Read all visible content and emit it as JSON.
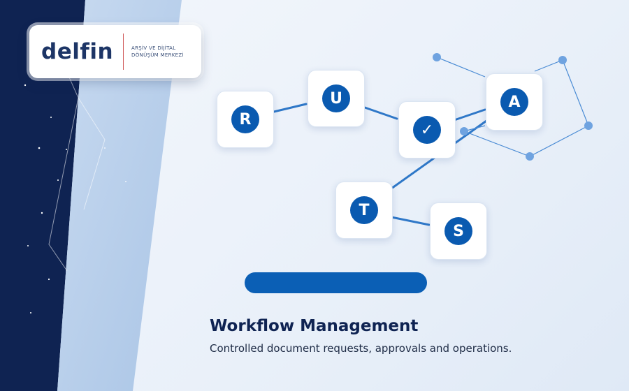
{
  "brand": {
    "logo_text": "delfin",
    "tagline_line1": "ARŞİV VE DİJİTAL",
    "tagline_line2": "DÖNÜŞÜM MERKEZİ"
  },
  "colors": {
    "navy": "#0f2352",
    "primary_blue": "#0a5ab0",
    "accent_red": "#d05a5a"
  },
  "workflow": {
    "nodes": [
      {
        "label": "R",
        "icon": "letter-r"
      },
      {
        "label": "U",
        "icon": "letter-u"
      },
      {
        "label": "✓",
        "icon": "check-icon"
      },
      {
        "label": "A",
        "icon": "letter-a"
      },
      {
        "label": "T",
        "icon": "letter-t"
      },
      {
        "label": "S",
        "icon": "letter-s"
      }
    ]
  },
  "progress": {
    "value": 1.0
  },
  "content": {
    "title": "Workflow Management",
    "subtitle": "Controlled document requests, approvals and operations."
  }
}
